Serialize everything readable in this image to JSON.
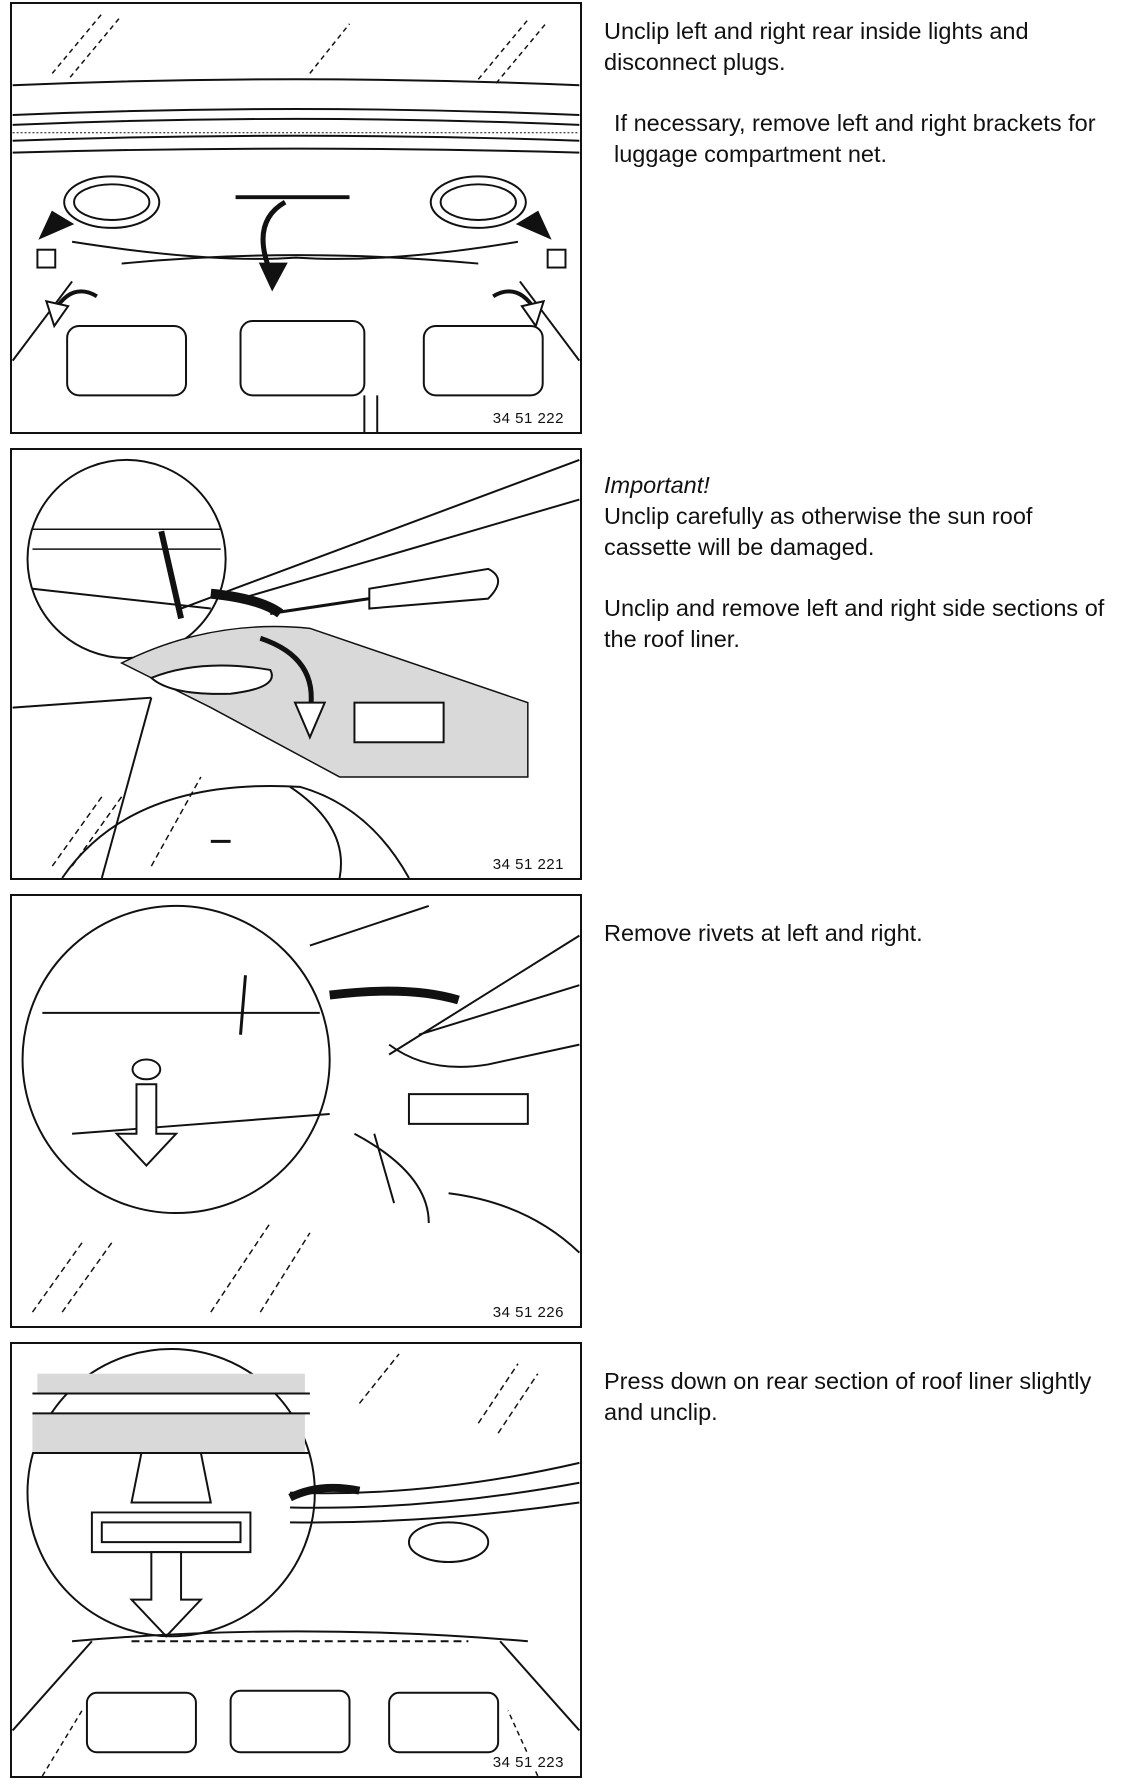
{
  "steps": [
    {
      "figure_number": "34 51 222",
      "paragraphs": [
        "Unclip left and right rear inside lights and disconnect plugs.",
        "If necessary, remove left and right brackets for luggage compartment net."
      ]
    },
    {
      "figure_number": "34 51 221",
      "heading": "Important!",
      "paragraphs": [
        "Unclip carefully as otherwise the sun roof cassette will be damaged.",
        "Unclip and remove left and right side sections of the roof liner."
      ]
    },
    {
      "figure_number": "34 51 226",
      "paragraphs": [
        "Remove rivets at left and right."
      ]
    },
    {
      "figure_number": "34 51 223",
      "paragraphs": [
        "Press down on rear section of roof liner slightly and unclip."
      ]
    }
  ]
}
